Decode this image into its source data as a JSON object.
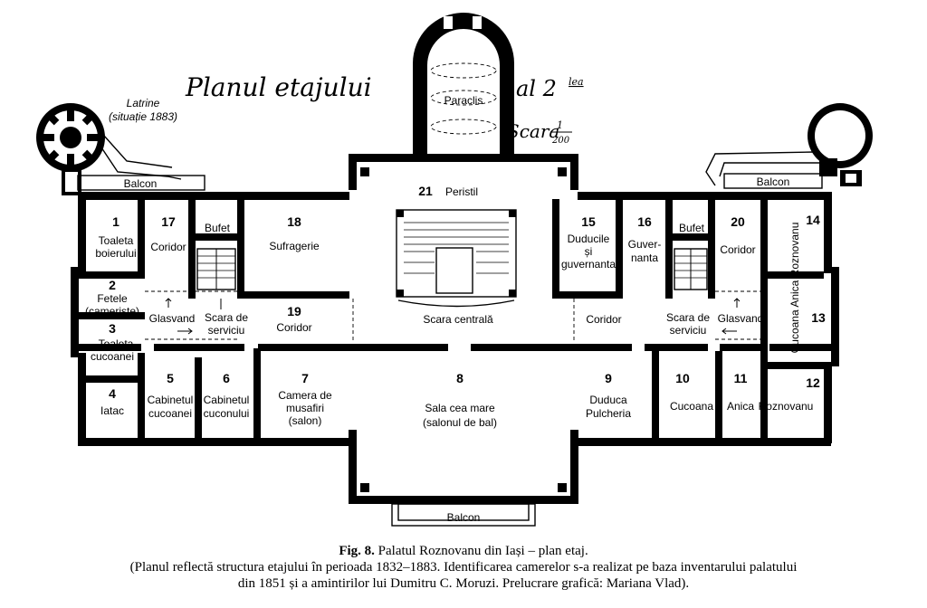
{
  "plan_title": "Planul etajului",
  "plan_title_suffix": "al 2",
  "plan_title_sup": "lea",
  "scale_label": "Scara",
  "scale_num": "1",
  "scale_den": "200",
  "latrine": {
    "line1": "Latrine",
    "line2": "(situație 1883)"
  },
  "paraclis": "Paraclis",
  "balconies": {
    "left": "Balcon",
    "right": "Balcon",
    "bottom": "Balcon"
  },
  "rooms": {
    "r1": {
      "num": "1",
      "line1": "Toaleta",
      "line2": "boierului"
    },
    "r2": {
      "num": "2",
      "line1": "Fetele",
      "line2": "(cameriste)"
    },
    "r3": {
      "num": "3",
      "line1": "Toaleta",
      "line2": "cucoanei"
    },
    "r4": {
      "num": "4",
      "line1": "Iatac"
    },
    "r5": {
      "num": "5",
      "line1": "Cabinetul",
      "line2": "cucoanei"
    },
    "r6": {
      "num": "6",
      "line1": "Cabinetul",
      "line2": "cuconului"
    },
    "r7": {
      "num": "7",
      "line1": "Camera de",
      "line2": "musafiri",
      "line3": "(salon)"
    },
    "r8": {
      "num": "8",
      "line1": "Sala cea mare",
      "line2": "(salonul de bal)"
    },
    "r9": {
      "num": "9",
      "line1": "Duduca",
      "line2": "Pulcheria"
    },
    "r10": {
      "num": "10",
      "line1": "Cucoana"
    },
    "r11": {
      "num": "11",
      "line1": "Anica"
    },
    "r12": {
      "num": "12",
      "line1": "Roznovanu"
    },
    "r13": {
      "num": "13"
    },
    "r14": {
      "num": "14"
    },
    "r1314": {
      "line1": "Cucoana  Anica  Roznovanu"
    },
    "r15": {
      "num": "15",
      "line1": "Duducile",
      "line2": "și",
      "line3": "guvernanta"
    },
    "r16": {
      "num": "16",
      "line1": "Guver-",
      "line2": "nanta"
    },
    "r17": {
      "num": "17",
      "line1": "Coridor"
    },
    "r18": {
      "num": "18",
      "line1": "Sufragerie"
    },
    "r19": {
      "num": "19",
      "line1": "Coridor"
    },
    "r20": {
      "num": "20",
      "line1": "Coridor"
    },
    "r21": {
      "num": "21",
      "line1": "Peristil"
    }
  },
  "labels": {
    "bufet_left": "Bufet",
    "bufet_right": "Bufet",
    "glasvand_left": "Glasvand",
    "glasvand_right": "Glasvand",
    "scara_serv_left_1": "Scara de",
    "scara_serv_left_2": "serviciu",
    "scara_serv_right_1": "Scara de",
    "scara_serv_right_2": "serviciu",
    "coridor_right": "Coridor",
    "scara_centrala": "Scara centrală"
  },
  "caption": {
    "fig": "Fig. 8.",
    "title": " Palatul Roznovanu din Iași – plan etaj.",
    "line2": "(Planul reflectă structura etajului în perioada 1832–1883. Identificarea camerelor s-a realizat pe baza inventarului palatului",
    "line3": "din 1851 și a amintirilor lui Dumitru C. Moruzi. Prelucrare grafică: Mariana Vlad)."
  }
}
